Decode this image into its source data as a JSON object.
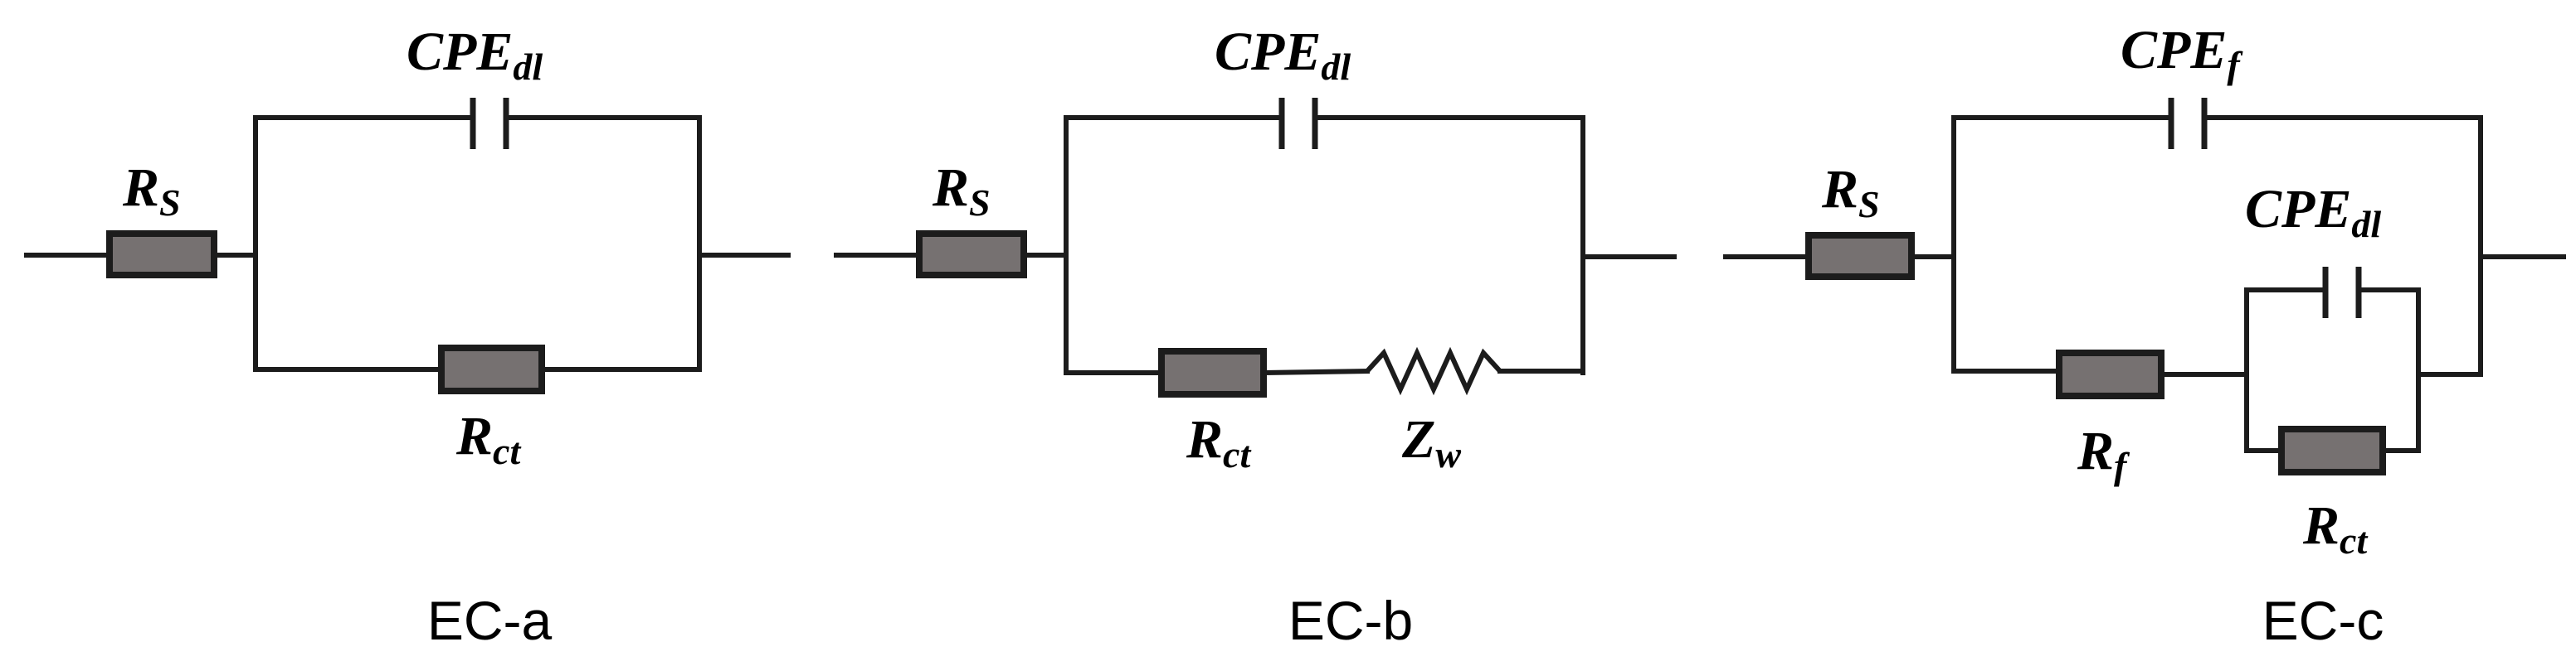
{
  "circuits": [
    {
      "caption": "EC-a",
      "rs": {
        "main": "R",
        "sub": "S"
      },
      "cpe_top": {
        "main": "CPE",
        "sub": "dl"
      },
      "rct": {
        "main": "R",
        "sub": "ct"
      }
    },
    {
      "caption": "EC-b",
      "rs": {
        "main": "R",
        "sub": "S"
      },
      "cpe_top": {
        "main": "CPE",
        "sub": "dl"
      },
      "rct": {
        "main": "R",
        "sub": "ct"
      },
      "zw": {
        "main": "Z",
        "sub": "w"
      }
    },
    {
      "caption": "EC-c",
      "rs": {
        "main": "R",
        "sub": "S"
      },
      "cpe_top": {
        "main": "CPE",
        "sub": "f"
      },
      "rf": {
        "main": "R",
        "sub": "f"
      },
      "cpe_inner": {
        "main": "CPE",
        "sub": "dl"
      },
      "rct": {
        "main": "R",
        "sub": "ct"
      }
    }
  ],
  "colors": {
    "wire": "#1c1c1c",
    "resistor_fill": "#767171"
  }
}
